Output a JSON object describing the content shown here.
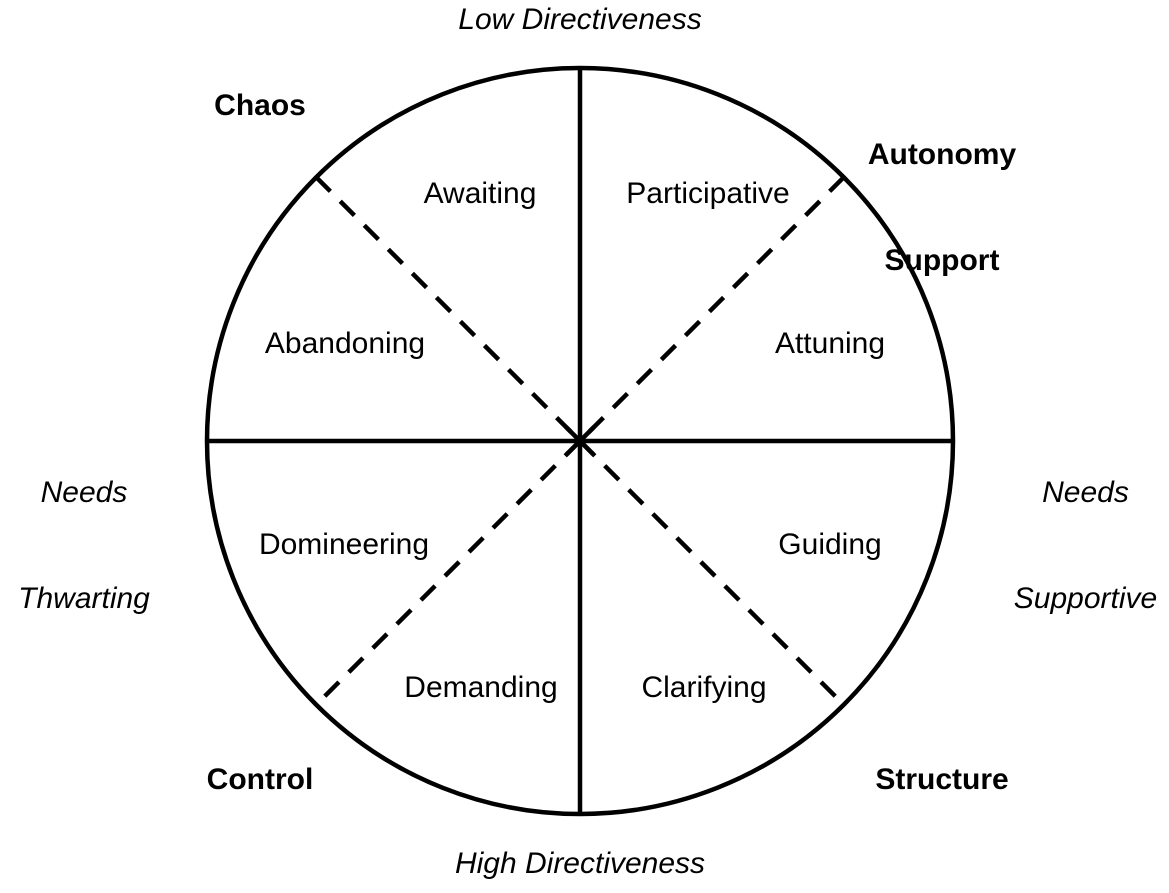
{
  "chart_data": {
    "type": "pie",
    "title": "",
    "subtitle": "",
    "description": "Circumplex wheel of teaching/parenting styles divided into eight octants by two solid axes and two dashed diagonals",
    "xlabel": "",
    "ylabel": "",
    "legend_position": "none",
    "grid": false,
    "axes": [
      {
        "id": "vertical",
        "style": "solid",
        "top_label": "Low Directiveness",
        "bottom_label": "High Directiveness"
      },
      {
        "id": "horizontal",
        "style": "solid",
        "left_label": "Needs Thwarting",
        "right_label": "Needs Supportive"
      },
      {
        "id": "diagonal-nw-se",
        "style": "dashed"
      },
      {
        "id": "diagonal-ne-sw",
        "style": "dashed"
      }
    ],
    "quadrants": [
      {
        "name": "Chaos",
        "position": "top-left"
      },
      {
        "name": "Autonomy Support",
        "position": "top-right"
      },
      {
        "name": "Control",
        "position": "bottom-left"
      },
      {
        "name": "Structure",
        "position": "bottom-right"
      }
    ],
    "categories": [
      "Participative",
      "Attuning",
      "Guiding",
      "Clarifying",
      "Demanding",
      "Domineering",
      "Abandoning",
      "Awaiting"
    ],
    "values": [
      45,
      45,
      45,
      45,
      45,
      45,
      45,
      45
    ],
    "start_angle_deg": 90,
    "stroke_color": "#000000",
    "fill_color": "#ffffff"
  },
  "axis_labels": {
    "top": "Low Directiveness",
    "bottom": "High Directiveness",
    "left_line1": "Needs",
    "left_line2": "Thwarting",
    "right_line1": "Needs",
    "right_line2": "Supportive"
  },
  "corner_labels": {
    "top_left": "Chaos",
    "top_right_line1": "Autonomy",
    "top_right_line2": "Support",
    "bottom_left": "Control",
    "bottom_right": "Structure"
  },
  "segments": {
    "awaiting": "Awaiting",
    "participative": "Participative",
    "abandoning": "Abandoning",
    "attuning": "Attuning",
    "domineering": "Domineering",
    "guiding": "Guiding",
    "demanding": "Demanding",
    "clarifying": "Clarifying"
  },
  "colors": {
    "stroke": "#000000",
    "background": "#ffffff",
    "text": "#000000"
  }
}
